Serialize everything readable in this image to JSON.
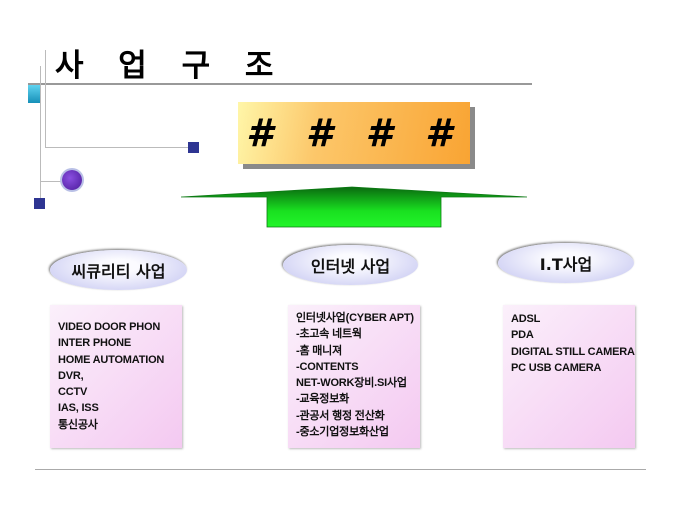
{
  "title": "사 업 구 조",
  "header_box": "# # # #",
  "groups": [
    {
      "label": "씨큐리티 사업",
      "items": [
        "VIDEO DOOR PHON",
        "INTER PHONE",
        "HOME AUTOMATION",
        "DVR,",
        "CCTV",
        "IAS, ISS",
        "통신공사"
      ]
    },
    {
      "label": "인터넷 사업",
      "items": [
        "인터넷사업(CYBER APT)",
        "-초고속 네트웍",
        "-홈 매니져",
        "-CONTENTS",
        "NET-WORK장비.SI사업",
        "-교육정보화",
        "-관공서 행정 전산화",
        "-중소기업정보화산업"
      ]
    },
    {
      "label": "I.T사업",
      "items": [
        "ADSL",
        "PDA",
        "DIGITAL STILL CAMERA",
        "PC USB CAMERA"
      ]
    }
  ]
}
